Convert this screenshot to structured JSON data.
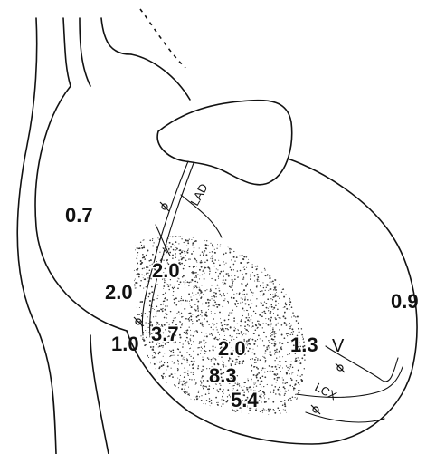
{
  "labels": {
    "left_ventricle_base": "0.7",
    "lateral_wall": "0.9",
    "apex_left": "1.0",
    "septal_upper": "2.0",
    "septal_mid": "2.0",
    "septal_lower": "3.7",
    "infarct_center": "2.0",
    "infarct_core": "8.3",
    "infarct_lower": "5.4",
    "border_right": "1.3"
  },
  "vessels": {
    "lad": "LAD",
    "lcx": "LCX"
  },
  "marks": {
    "vein_marker": "V"
  },
  "colors": {
    "ink": "#111111",
    "background": "#ffffff",
    "stipple": "#333333"
  }
}
